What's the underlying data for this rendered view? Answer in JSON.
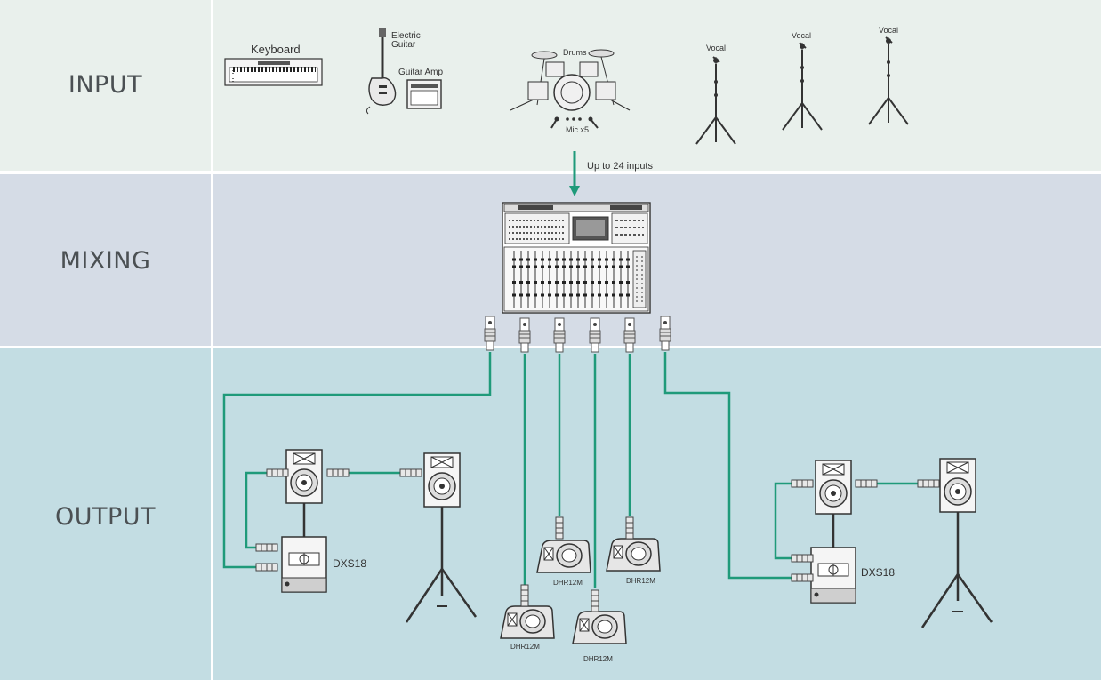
{
  "sections": {
    "input_label": "INPUT",
    "mixing_label": "MIXING",
    "output_label": "OUTPUT"
  },
  "input": {
    "keyboard": "Keyboard",
    "electric_guitar_line1": "Electric",
    "electric_guitar_line2": "Guitar",
    "guitar_amp": "Guitar Amp",
    "drums": "Drums",
    "drum_mics": "Mic x5",
    "vocal_1": "Vocal",
    "vocal_2": "Vocal",
    "vocal_3": "Vocal"
  },
  "signal_flow": {
    "inputs_note": "Up to 24 inputs"
  },
  "output": {
    "sub_left": "DXS18",
    "sub_right": "DXS18",
    "monitor_1": "DHR12M",
    "monitor_2": "DHR12M",
    "monitor_3": "DHR12M",
    "monitor_4": "DHR12M"
  },
  "colors": {
    "input_band": "#e9f0ec",
    "mixing_band": "#d5dce6",
    "output_band": "#c3dde3",
    "cable": "#1f9a7a"
  }
}
